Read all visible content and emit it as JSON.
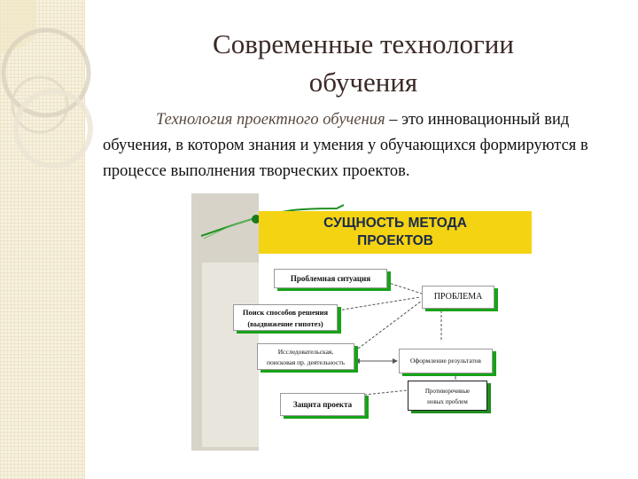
{
  "slide": {
    "title_line1": "Современные технологии",
    "title_line2": "обучения",
    "paragraph_term": "Технология проектного обучения",
    "paragraph_rest": " – это инновационный вид обучения, в котором знания и умения у обучающихся формируются в процессе выполнения творческих проектов."
  },
  "diagram": {
    "header_line1": "СУЩНОСТЬ МЕТОДА",
    "header_line2": "ПРОЕКТОВ",
    "nodes": {
      "problem_situation": "Проблемная ситуация",
      "problem": "ПРОБЛЕМА",
      "search_line1": "Поиск способов решения",
      "search_line2": "(выдвижение гипотез)",
      "research_line1": "Исследовательская,",
      "research_line2": "поисковая пр. деятельность",
      "results": "Оформление результатов",
      "defense": "Защита проекта",
      "new_problems_line1": "Противоречивые",
      "new_problems_line2": "новых проблем"
    }
  },
  "colors": {
    "header_bg": "#f4d313",
    "accent_green": "#17a318",
    "left_strip": "#f7f1dd",
    "title": "#3b2a25"
  }
}
